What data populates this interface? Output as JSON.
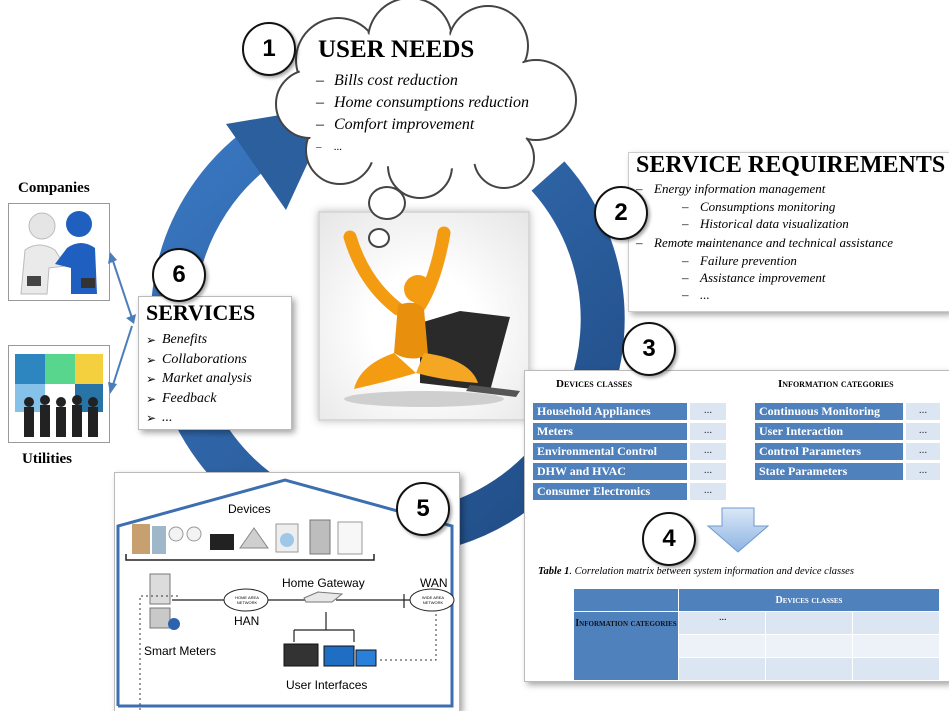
{
  "steps": [
    "1",
    "2",
    "3",
    "4",
    "5",
    "6"
  ],
  "user_needs": {
    "title": "USER NEEDS",
    "items": [
      "Bills cost reduction",
      "Home consumptions reduction",
      "Comfort improvement",
      "..."
    ]
  },
  "service_requirements": {
    "title": "SERVICE REQUIREMENTS",
    "group1": "Energy information management",
    "group1_items": [
      "Consumptions monitoring",
      "Historical data visualization",
      "..."
    ],
    "group2": "Remote maintenance and technical assistance",
    "group2_items": [
      "Failure prevention",
      "Assistance improvement",
      "..."
    ]
  },
  "services": {
    "title": "SERVICES",
    "items": [
      "Benefits",
      "Collaborations",
      "Market analysis",
      "Feedback",
      "..."
    ]
  },
  "stakeholders": {
    "companies": "Companies",
    "utilities": "Utilities"
  },
  "classes": {
    "devices_header": "Devices classes",
    "info_header": "Information categories",
    "devices": [
      "Household Appliances",
      "Meters",
      "Environmental Control",
      "DHW and HVAC",
      "Consumer Electronics"
    ],
    "info": [
      "Continuous Monitoring",
      "User Interaction",
      "Control Parameters",
      "State Parameters"
    ],
    "ellipsis": "..."
  },
  "table": {
    "caption_bold": "Table 1",
    "caption_rest": ". Correlation matrix between system information and device classes",
    "col_header": "Devices classes",
    "row_header": "Information categories",
    "cell": "..."
  },
  "home": {
    "devices_label": "Devices",
    "gateway_label": "Home Gateway",
    "wan_label": "WAN",
    "han_label": "HAN",
    "cloud_han": "HOME AREA NETWORK",
    "cloud_wan": "WIDE AREA NETWORK",
    "smart_meters": "Smart Meters",
    "user_interfaces": "User Interfaces"
  },
  "colors": {
    "cycle_blue": "#2c5f9e",
    "table_blue": "#4f81bd",
    "table_light": "#dce6f2",
    "person_orange": "#f39c12"
  }
}
